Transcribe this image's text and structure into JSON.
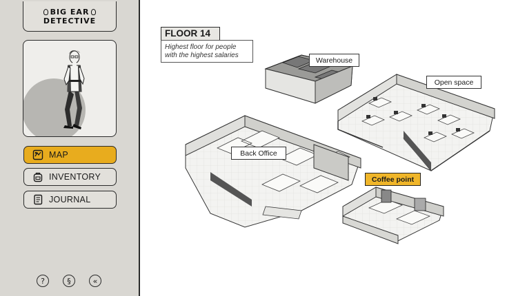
{
  "logo": {
    "line1": "BIG EAR",
    "line2": "DETECTIVE"
  },
  "nav": [
    {
      "label": "MAP",
      "icon": "map-icon",
      "active": true
    },
    {
      "label": "INVENTORY",
      "icon": "backpack-icon",
      "active": false
    },
    {
      "label": "JOURNAL",
      "icon": "journal-icon",
      "active": false
    }
  ],
  "footer": {
    "help": "?",
    "section": "§",
    "collapse": "«"
  },
  "floor": {
    "title": "FLOOR 14",
    "description_line1": "Highest floor for people",
    "description_line2": "with the highest salaries"
  },
  "locations": {
    "warehouse": "Warehouse",
    "open_space": "Open space",
    "back_office": "Back Office",
    "coffee_point": "Coffee point"
  },
  "colors": {
    "accent": "#e8ac1e",
    "sidebar": "#d9d7d2",
    "ink": "#1a1a1a"
  }
}
